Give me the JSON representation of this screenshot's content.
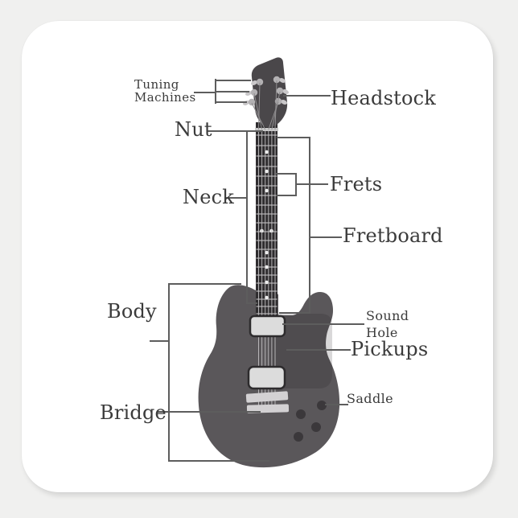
{
  "sticker": {
    "background_color": "#f0f0ef",
    "sticker_color": "#ffffff",
    "shape": "square"
  },
  "diagram": {
    "subject": "Electric guitar parts diagram",
    "labels": {
      "tuning_machines": {
        "line1": "Tuning",
        "line2": "Machines"
      },
      "headstock": "Headstock",
      "nut": "Nut",
      "neck": "Neck",
      "frets": "Frets",
      "fretboard": "Fretboard",
      "body": "Body",
      "sound_hole": {
        "line1": "Sound",
        "line2": "Hole"
      },
      "pickups": "Pickups",
      "saddle": "Saddle",
      "bridge": "Bridge"
    },
    "colors": {
      "label_text": "#3b3b3b",
      "leader_line": "#5d5d5d",
      "guitar_body": "#5a575a",
      "body_shade": "rgba(28,25,28,0.17)",
      "guitar_neck": "#2f2d2f",
      "guitar_headstock": "#4a474a",
      "pickup_fill": "#dcdcdc",
      "pickup_border": "#2d2b2d",
      "bridge_bar": "#d3d1d3",
      "knob": "#3b383b",
      "tuner_peg": "#b3b1b3",
      "tuner_wing": "#c9c7c9",
      "string": "#c2c0c2",
      "string_headstock": "#8f8d8f",
      "fret": "#9c9a9c",
      "inlay": "#eeeeee",
      "nut_bar": "#c9c9c9"
    }
  }
}
